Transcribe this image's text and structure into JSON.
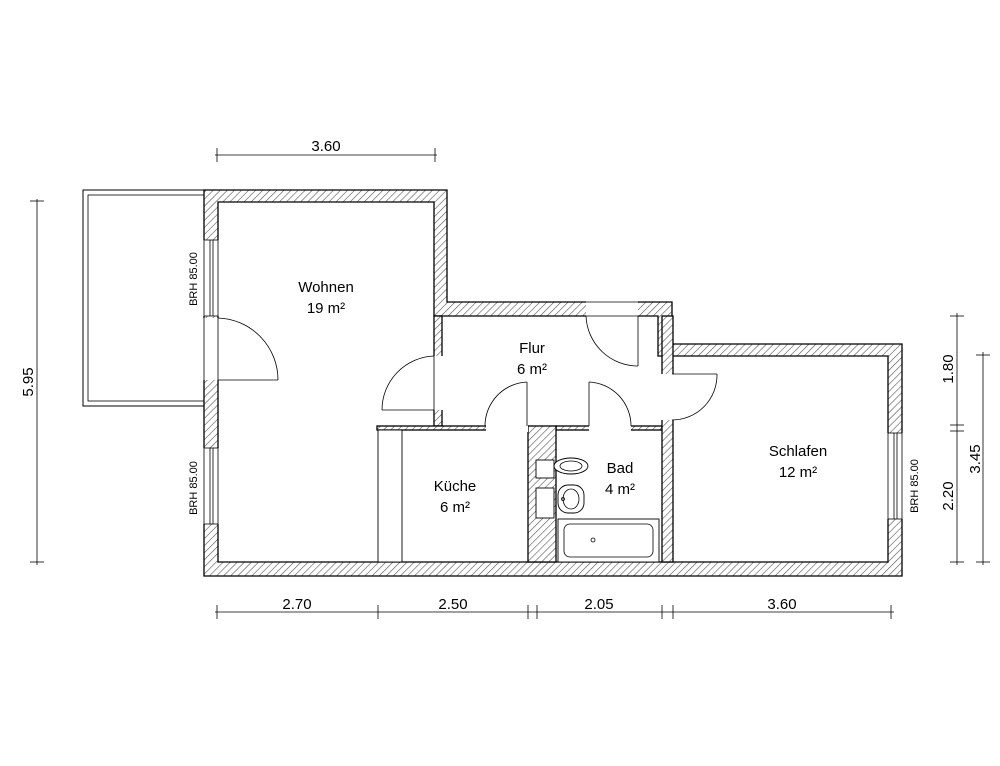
{
  "rooms": [
    {
      "name": "Wohnen",
      "area": "19 m²"
    },
    {
      "name": "Flur",
      "area": "6 m²"
    },
    {
      "name": "Küche",
      "area": "6 m²"
    },
    {
      "name": "Bad",
      "area": "4 m²"
    },
    {
      "name": "Schlafen",
      "area": "12 m²"
    }
  ],
  "dimensions": {
    "top": "3.60",
    "bottom": [
      "2.70",
      "2.50",
      "2.05",
      "3.60"
    ],
    "left": "5.95",
    "right_inner": [
      "1.80",
      "2.20"
    ],
    "right_outer": "3.45"
  },
  "window_labels": [
    "BRH 85.00",
    "BRH 85.00",
    "BRH 85.00"
  ]
}
